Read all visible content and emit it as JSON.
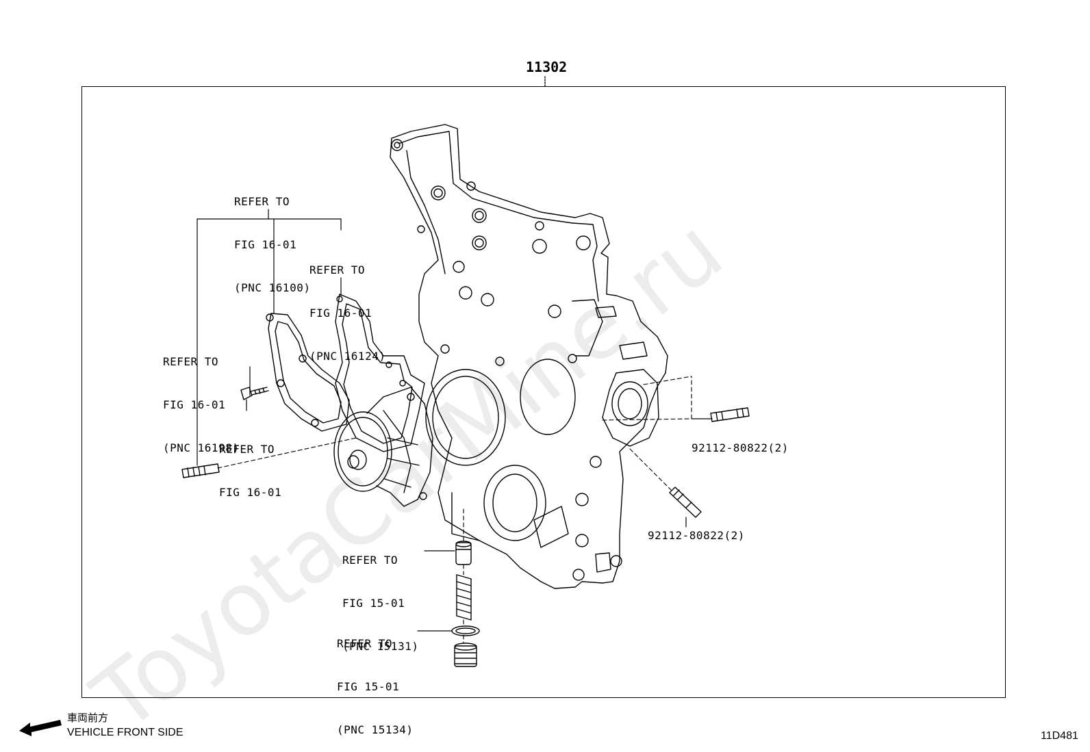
{
  "main_part_number": "11302",
  "callouts": {
    "refer_16100": [
      "REFER TO",
      "FIG 16-01",
      "(PNC 16100)"
    ],
    "refer_16124": [
      "REFER TO",
      "FIG 16-01",
      "(PNC 16124)"
    ],
    "refer_16198": [
      "REFER TO",
      "FIG 16-01",
      "(PNC 16198)"
    ],
    "refer_bolt": [
      "REFER TO",
      "FIG 16-01"
    ],
    "refer_15131": [
      "REFER TO",
      "FIG 15-01",
      "(PNC 15131)"
    ],
    "refer_15134": [
      "REFER TO",
      "FIG 15-01",
      "(PNC 15134)"
    ],
    "stud_upper": "92112-80822(2)",
    "stud_lower": "92112-80822(2)"
  },
  "footer": {
    "front_label_jp": "車両前方",
    "front_label_en": "VEHICLE FRONT SIDE",
    "figure_code": "11D481"
  },
  "watermark": "ToyotaCarMine.ru"
}
